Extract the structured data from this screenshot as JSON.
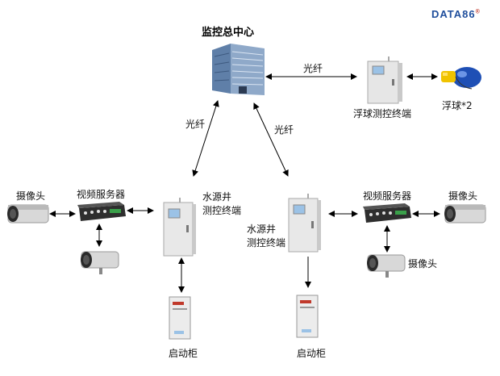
{
  "brand": {
    "name": "DATA86",
    "mark": "®",
    "color": "#1f4e9c"
  },
  "center": {
    "title": "监控总中心"
  },
  "links": {
    "fiber_top": "光纤",
    "fiber_left": "光纤",
    "fiber_right": "光纤"
  },
  "float_terminal": {
    "label": "浮球测控终端"
  },
  "float_ball": {
    "label": "浮球*2"
  },
  "left_site": {
    "camera_label": "摄像头",
    "video_server_label": "视频服务器",
    "terminal_label_line1": "水源井",
    "terminal_label_line2": "测控终端",
    "cabinet_label": "启动柜"
  },
  "right_site": {
    "camera_top_label": "摄像头",
    "camera_bottom_label": "摄像头",
    "video_server_label": "视频服务器",
    "terminal_label_line1": "水源井",
    "terminal_label_line2": "测控终端",
    "cabinet_label": "启动柜"
  }
}
